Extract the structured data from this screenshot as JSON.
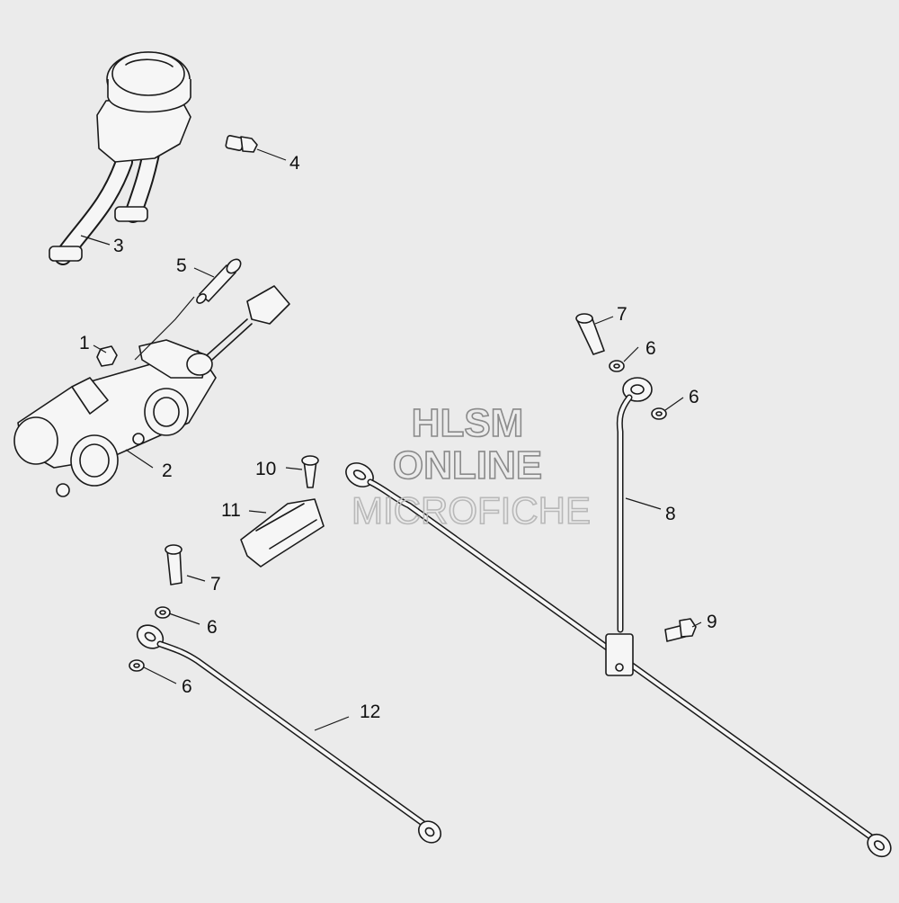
{
  "watermark": {
    "line1": "HLSM",
    "line2": "ONLINE",
    "line3": "MICROFICHE"
  },
  "callouts": [
    {
      "id": "c1",
      "label": "1"
    },
    {
      "id": "c2",
      "label": "2"
    },
    {
      "id": "c3",
      "label": "3"
    },
    {
      "id": "c4",
      "label": "4"
    },
    {
      "id": "c5",
      "label": "5"
    },
    {
      "id": "c6a",
      "label": "6"
    },
    {
      "id": "c6b",
      "label": "6"
    },
    {
      "id": "c6c",
      "label": "6"
    },
    {
      "id": "c6d",
      "label": "6"
    },
    {
      "id": "c7a",
      "label": "7"
    },
    {
      "id": "c7b",
      "label": "7"
    },
    {
      "id": "c8",
      "label": "8"
    },
    {
      "id": "c9",
      "label": "9"
    },
    {
      "id": "c10",
      "label": "10"
    },
    {
      "id": "c11",
      "label": "11"
    },
    {
      "id": "c12",
      "label": "12"
    }
  ]
}
